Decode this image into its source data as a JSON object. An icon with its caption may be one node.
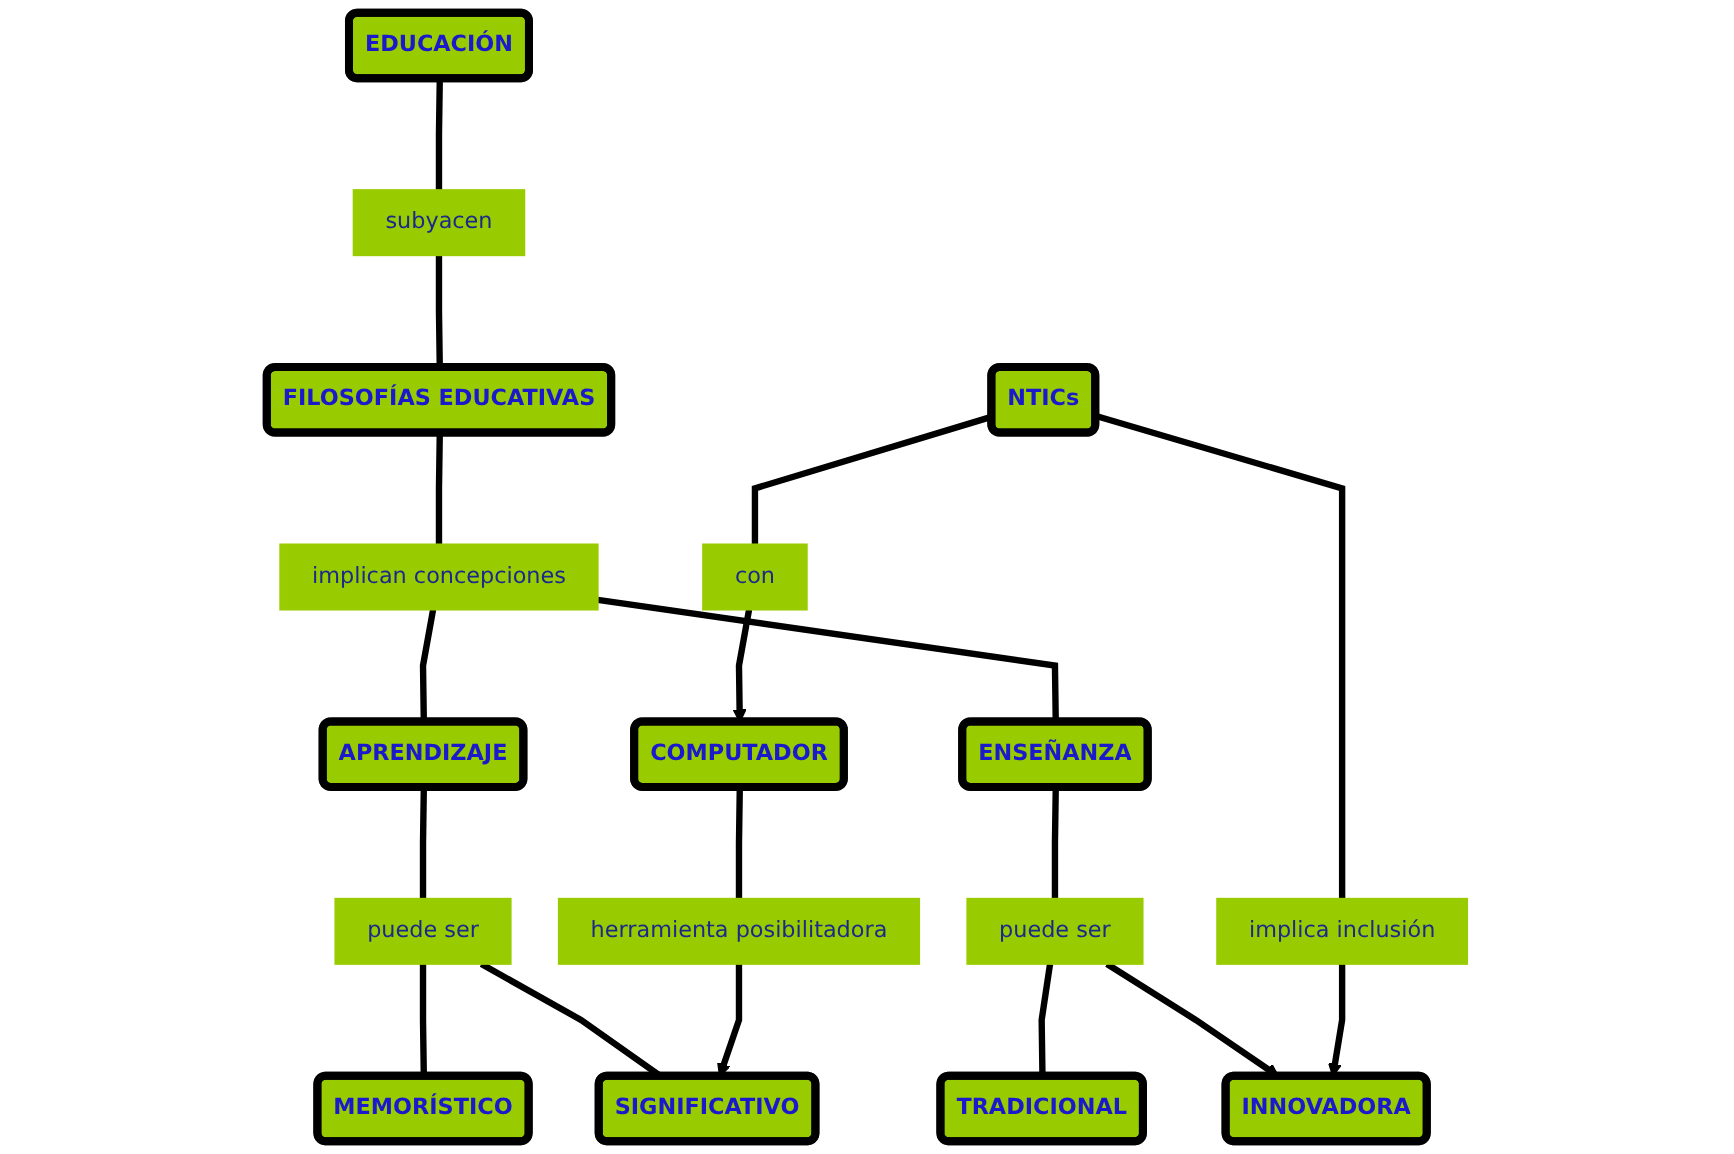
{
  "diagram": {
    "nodes": [
      {
        "text": [
          "EDUCACIÓN"
        ]
      },
      {
        "text": [
          "subyacen"
        ]
      },
      {
        "text": [
          "FILOSOFÍAS EDUCATIVAS"
        ]
      },
      {
        "text": [
          "implican concepciones"
        ]
      },
      {
        "text": [
          "APRENDIZAJE"
        ]
      },
      {
        "text": [
          "ENSEÑANZA"
        ]
      },
      {
        "text": [
          "puede ser"
        ]
      },
      {
        "text": [
          "puede ser"
        ]
      },
      {
        "text": [
          "MEMORÍSTICO"
        ]
      },
      {
        "text": [
          "SIGNIFICATIVO"
        ]
      },
      {
        "text": [
          "TRADICIONAL"
        ]
      },
      {
        "text": [
          "INNOVADORA"
        ]
      },
      {
        "text": [
          "implica inclusión"
        ]
      },
      {
        "text": [
          "herramienta posibilitadora"
        ]
      },
      {
        "text": [
          "NTICs"
        ]
      },
      {
        "text": [
          "con"
        ]
      },
      {
        "text": [
          "COMPUTADOR"
        ]
      }
    ],
    "edges": [
      {
        "from": 0,
        "to": 1,
        "arrow": "none"
      },
      {
        "from": 1,
        "to": 2,
        "arrow": "none"
      },
      {
        "from": 2,
        "to": 3,
        "arrow": "none"
      },
      {
        "from": 3,
        "to": 4,
        "arrow": "none"
      },
      {
        "from": 3,
        "to": 5,
        "arrow": "none"
      },
      {
        "from": 4,
        "to": 6,
        "arrow": "none"
      },
      {
        "from": 6,
        "to": 8,
        "arrow": "none"
      },
      {
        "from": 6,
        "to": 9,
        "arrow": "none"
      },
      {
        "from": 5,
        "to": 7,
        "arrow": "none"
      },
      {
        "from": 7,
        "to": 10,
        "arrow": "none"
      },
      {
        "from": 7,
        "to": 11,
        "arrow": "to"
      },
      {
        "from": 14,
        "to": 12,
        "arrow": "none"
      },
      {
        "from": 12,
        "to": 11,
        "arrow": "to"
      },
      {
        "from": 14,
        "to": 15,
        "arrow": "none"
      },
      {
        "from": 15,
        "to": 16,
        "arrow": "to"
      },
      {
        "from": 16,
        "to": 13,
        "arrow": "none"
      },
      {
        "from": 13,
        "to": 9,
        "arrow": "to"
      }
    ]
  }
}
